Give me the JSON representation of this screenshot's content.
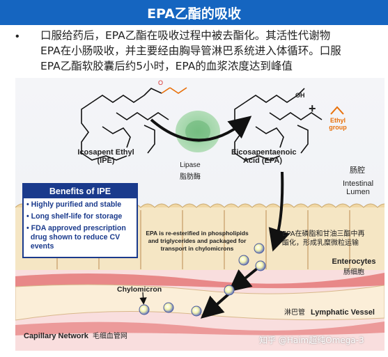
{
  "title": "EPA乙酯的吸收",
  "bullet": "•",
  "paragraph": [
    "口服给药后，EPA乙酯在吸收过程中被去酯化。其活性代谢物",
    "EPA在小肠吸收，并主要经由胸导管淋巴系统进入体循环。口服",
    "EPA乙酯软胶囊后约5小时，EPA的血浆浓度达到峰值"
  ],
  "molecules": {
    "ipe_line1": "Icosapent Ethyl",
    "ipe_line2": "(IPE)",
    "epa_line1": "Eicosapentaenoic",
    "epa_line2": "Acid (EPA)",
    "lipase_en": "Lipase",
    "lipase_cn": "脂肪酶",
    "oh": "OH",
    "plus": "+",
    "ethyl_line1": "Ethyl",
    "ethyl_line2": "group"
  },
  "lumen": {
    "cn": "肠腔",
    "en_line1": "Intestinal",
    "en_line2": "Lumen"
  },
  "benefits": {
    "heading": "Benefits of IPE",
    "items": [
      "• Highly purified and stable",
      "• Long shelf-life for storage",
      "• FDA approved prescription",
      "  drug shown to reduce CV",
      "  events"
    ]
  },
  "cell_note": {
    "line1": "EPA is re-esterified in phospholipids",
    "line2": "and triglycerides and packaged for",
    "line3": "transport in chylomicrons"
  },
  "cell_note_cn": {
    "line1": "EPA在磷脂和甘油三酯中再",
    "line2": "酯化，形成乳糜微粒运输"
  },
  "enterocytes": {
    "en": "Enterocytes",
    "cn": "肠细胞"
  },
  "chylomicron": "Chylomicron",
  "lymph": {
    "cn": "淋巴管",
    "en": "Lymphatic Vessel"
  },
  "capillary": {
    "en": "Capillary Network",
    "cn": "毛细血管网"
  },
  "watermark": "知乎 @Haim超纯Omega-3",
  "colors": {
    "title_bg": "#1565c0",
    "benefit_blue": "#1a3a8c",
    "ethyl_orange": "#e8700a",
    "vessel_red": "#e07070",
    "cell_fill": "#f5e6c4"
  }
}
